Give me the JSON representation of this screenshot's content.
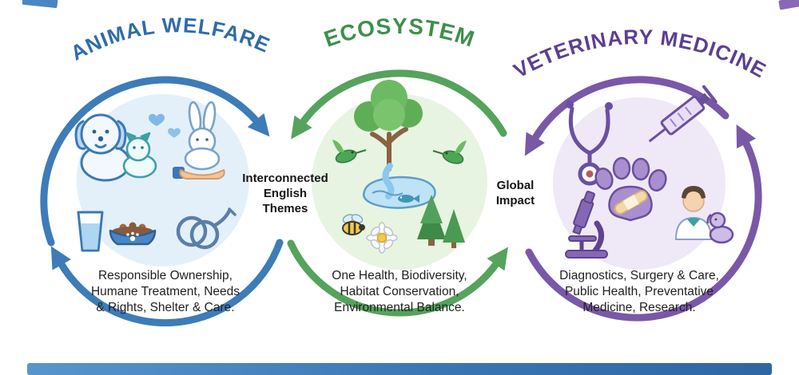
{
  "page": {
    "background": "#ffffff"
  },
  "colors": {
    "blue": "#3d7cb8",
    "blue_dark": "#2f6ca8",
    "blue_tint": "#dcecf8",
    "green": "#55a35c",
    "green_dark": "#3f8f4a",
    "green_tint": "#e3f2dd",
    "purple": "#7a58a8",
    "purple_dark": "#5c3f91",
    "purple_tint": "#ece4f6",
    "text": "#1f1f1f",
    "bar_blue": "#3a76b4"
  },
  "circles": {
    "animal_welfare": {
      "title": "ANIMAL WELFARE",
      "desc_lines": [
        "Responsible Ownership,",
        "Humane Treatment, Needs",
        "& Rights, Shelter & Care."
      ],
      "icons": [
        "dog-icon",
        "cat-icon",
        "hearts-icon",
        "rabbit-icon",
        "hand-icon",
        "water-glass-icon",
        "food-bowl-icon",
        "leash-icon"
      ]
    },
    "ecosystem": {
      "title": "ECOSYSTEM",
      "desc_lines": [
        "One Health, Biodiversity,",
        "Habitat Conservation,",
        "Environmental Balance."
      ],
      "icons": [
        "tree-icon",
        "hummingbird-icon",
        "stream-icon",
        "pond-icon",
        "fish-icon",
        "bee-icon",
        "daisy-icon",
        "pine-trees-icon"
      ]
    },
    "veterinary_medicine": {
      "title": "VETERINARY MEDICINE",
      "desc_lines": [
        "Diagnostics, Surgery & Care,",
        "Public Health, Preventative",
        "Medicine, Research."
      ],
      "icons": [
        "stethoscope-icon",
        "syringe-icon",
        "paw-print-icon",
        "bandage-icon",
        "microscope-icon",
        "veterinarian-icon",
        "patient-dog-icon"
      ]
    }
  },
  "connectors": {
    "left_center": {
      "lines": [
        "Interconnected",
        "English",
        "Themes"
      ]
    },
    "center_right": {
      "lines": [
        "Global",
        "Impact"
      ]
    }
  }
}
